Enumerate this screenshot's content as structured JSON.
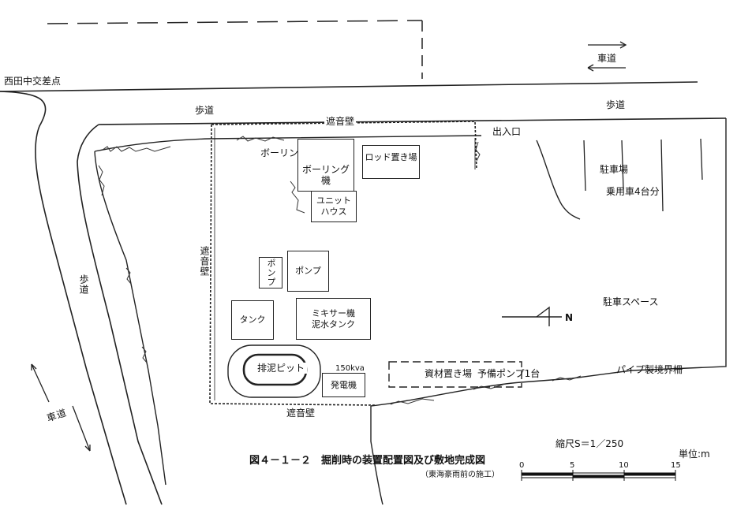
{
  "roads": {
    "road_top": "車道",
    "road_left": "車道",
    "sidewalk_top_left": "歩道",
    "sidewalk_top_right": "歩道",
    "sidewalk_left": "歩道",
    "intersection": "西田中交差点"
  },
  "site": {
    "soundwall_top": "遮音壁",
    "soundwall_left": "遮音壁",
    "soundwall_bottom": "遮音壁",
    "entrance": "出入口",
    "boring_point": "ボーリング地点",
    "boring_machine": "ボーリング機",
    "rod_storage": "ロッド置き場",
    "unit_house": "ユニット\nハウス",
    "pump_vertical": "ポンプ",
    "pump": "ポンプ",
    "tank": "タンク",
    "mixer": "ミキサー機\n泥水タンク",
    "pit": "排泥ピット",
    "generator_kva": "150kva",
    "generator": "発電機",
    "storage": "資材置き場",
    "spare_pump": "予備ポンプ1台",
    "parking": "駐車場",
    "parking_cars": "乗用車4台分",
    "parking_space": "駐車スペース",
    "pipe_fence": "パイプ製境界柵",
    "north": "N"
  },
  "caption": {
    "scale_text": "縮尺S＝1／250",
    "unit": "単位:m",
    "title": "図４－１－２　掘削時の装置配置図及び敷地完成図",
    "subtitle": "（東海豪雨前の施工）"
  },
  "scale_bar": {
    "ticks": [
      "0",
      "5",
      "10",
      "15"
    ]
  }
}
